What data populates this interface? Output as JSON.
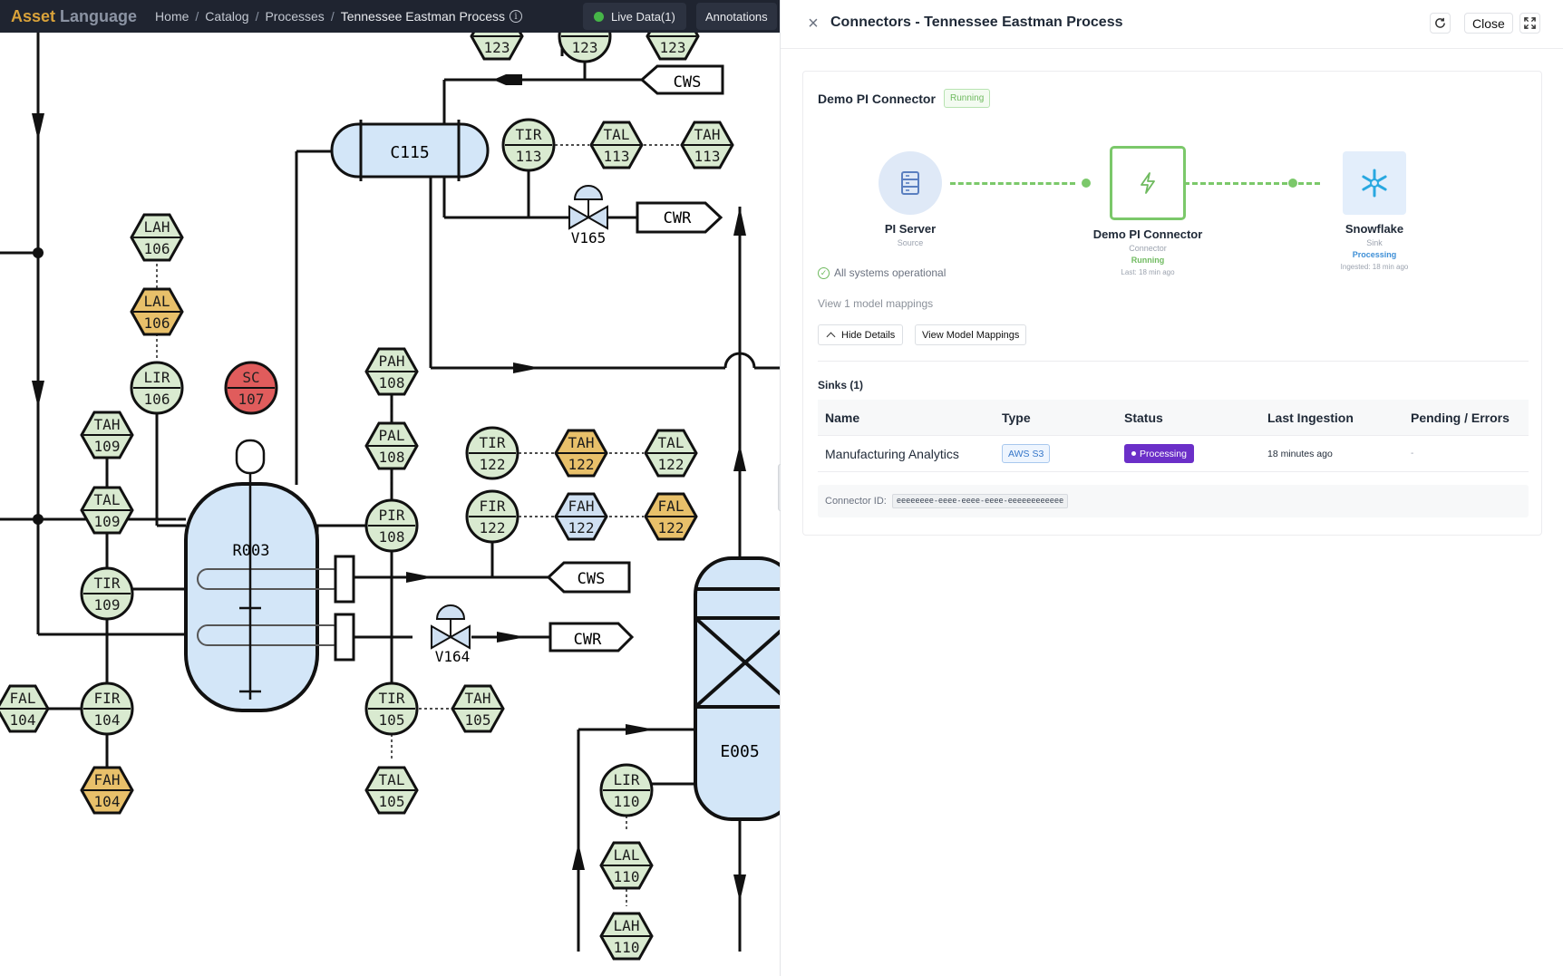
{
  "app": {
    "brand_primary": "Asset",
    "brand_secondary": "Language"
  },
  "breadcrumb": [
    "Home",
    "Catalog",
    "Processes",
    "Tennessee Eastman Process"
  ],
  "topbar": {
    "live_label": "Live Data(1)",
    "annotations_label": "Annotations"
  },
  "diagram": {
    "equipment": [
      "C115",
      "R003",
      "E005"
    ],
    "valves": [
      "V165",
      "V164"
    ],
    "streams": [
      "CWS",
      "CWR",
      "CWS",
      "CWR"
    ],
    "tags": [
      {
        "a": "TIR",
        "n": "113"
      },
      {
        "a": "TAL",
        "n": "113"
      },
      {
        "a": "TAH",
        "n": "113"
      },
      {
        "a": "LAH",
        "n": "106"
      },
      {
        "a": "LAL",
        "n": "106"
      },
      {
        "a": "LIR",
        "n": "106"
      },
      {
        "a": "SC",
        "n": "107"
      },
      {
        "a": "TAH",
        "n": "109"
      },
      {
        "a": "TAL",
        "n": "109"
      },
      {
        "a": "TIR",
        "n": "109"
      },
      {
        "a": "PAH",
        "n": "108"
      },
      {
        "a": "PAL",
        "n": "108"
      },
      {
        "a": "PIR",
        "n": "108"
      },
      {
        "a": "TIR",
        "n": "122"
      },
      {
        "a": "TAH",
        "n": "122"
      },
      {
        "a": "TAL",
        "n": "122"
      },
      {
        "a": "FIR",
        "n": "122"
      },
      {
        "a": "FAH",
        "n": "122"
      },
      {
        "a": "FAL",
        "n": "122"
      },
      {
        "a": "FAL",
        "n": "104"
      },
      {
        "a": "FIR",
        "n": "104"
      },
      {
        "a": "FAH",
        "n": "104"
      },
      {
        "a": "TIR",
        "n": "105"
      },
      {
        "a": "TAH",
        "n": "105"
      },
      {
        "a": "TAL",
        "n": "105"
      },
      {
        "a": "LIR",
        "n": "110"
      },
      {
        "a": "LAL",
        "n": "110"
      },
      {
        "a": "LAH",
        "n": "110"
      },
      {
        "a": "",
        "n": "123"
      },
      {
        "a": "",
        "n": "123"
      },
      {
        "a": "",
        "n": "123"
      }
    ],
    "colors": {
      "green_fill": "#d9ead0",
      "red_fill": "#e05c5c",
      "orange_fill": "#e8c06a",
      "blue_fill": "#cfe0f2",
      "vessel_fill": "#d3e6f8"
    }
  },
  "panel": {
    "title": "Connectors - Tennessee Eastman Process",
    "close_label": "Close",
    "connector": {
      "name": "Demo PI Connector",
      "status": "Running",
      "source": {
        "name": "PI Server",
        "role": "Source"
      },
      "connector_node": {
        "name": "Demo PI Connector",
        "role": "Connector",
        "status": "Running",
        "last": "Last: 18 min ago"
      },
      "sink": {
        "name": "Snowflake",
        "role": "Sink",
        "status": "Processing",
        "ingested": "Ingested: 18 min ago"
      },
      "operational": "All systems operational",
      "view_mappings_link": "View 1 model mappings",
      "hide_details": "Hide Details",
      "view_model_mappings": "View Model Mappings"
    },
    "sinks": {
      "title": "Sinks (1)",
      "headers": [
        "Name",
        "Type",
        "Status",
        "Last Ingestion",
        "Pending / Errors"
      ],
      "rows": [
        {
          "name": "Manufacturing Analytics",
          "type": "AWS S3",
          "status": "Processing",
          "last": "18 minutes ago",
          "pending": "-"
        }
      ]
    },
    "connector_id_label": "Connector ID:",
    "connector_id": "eeeeeeee-eeee-eeee-eeee-eeeeeeeeeeee"
  },
  "colors": {
    "green": "#7bc86a",
    "purple": "#6b2fc8",
    "blue": "#3576c9",
    "live_dot": "#46b548"
  }
}
